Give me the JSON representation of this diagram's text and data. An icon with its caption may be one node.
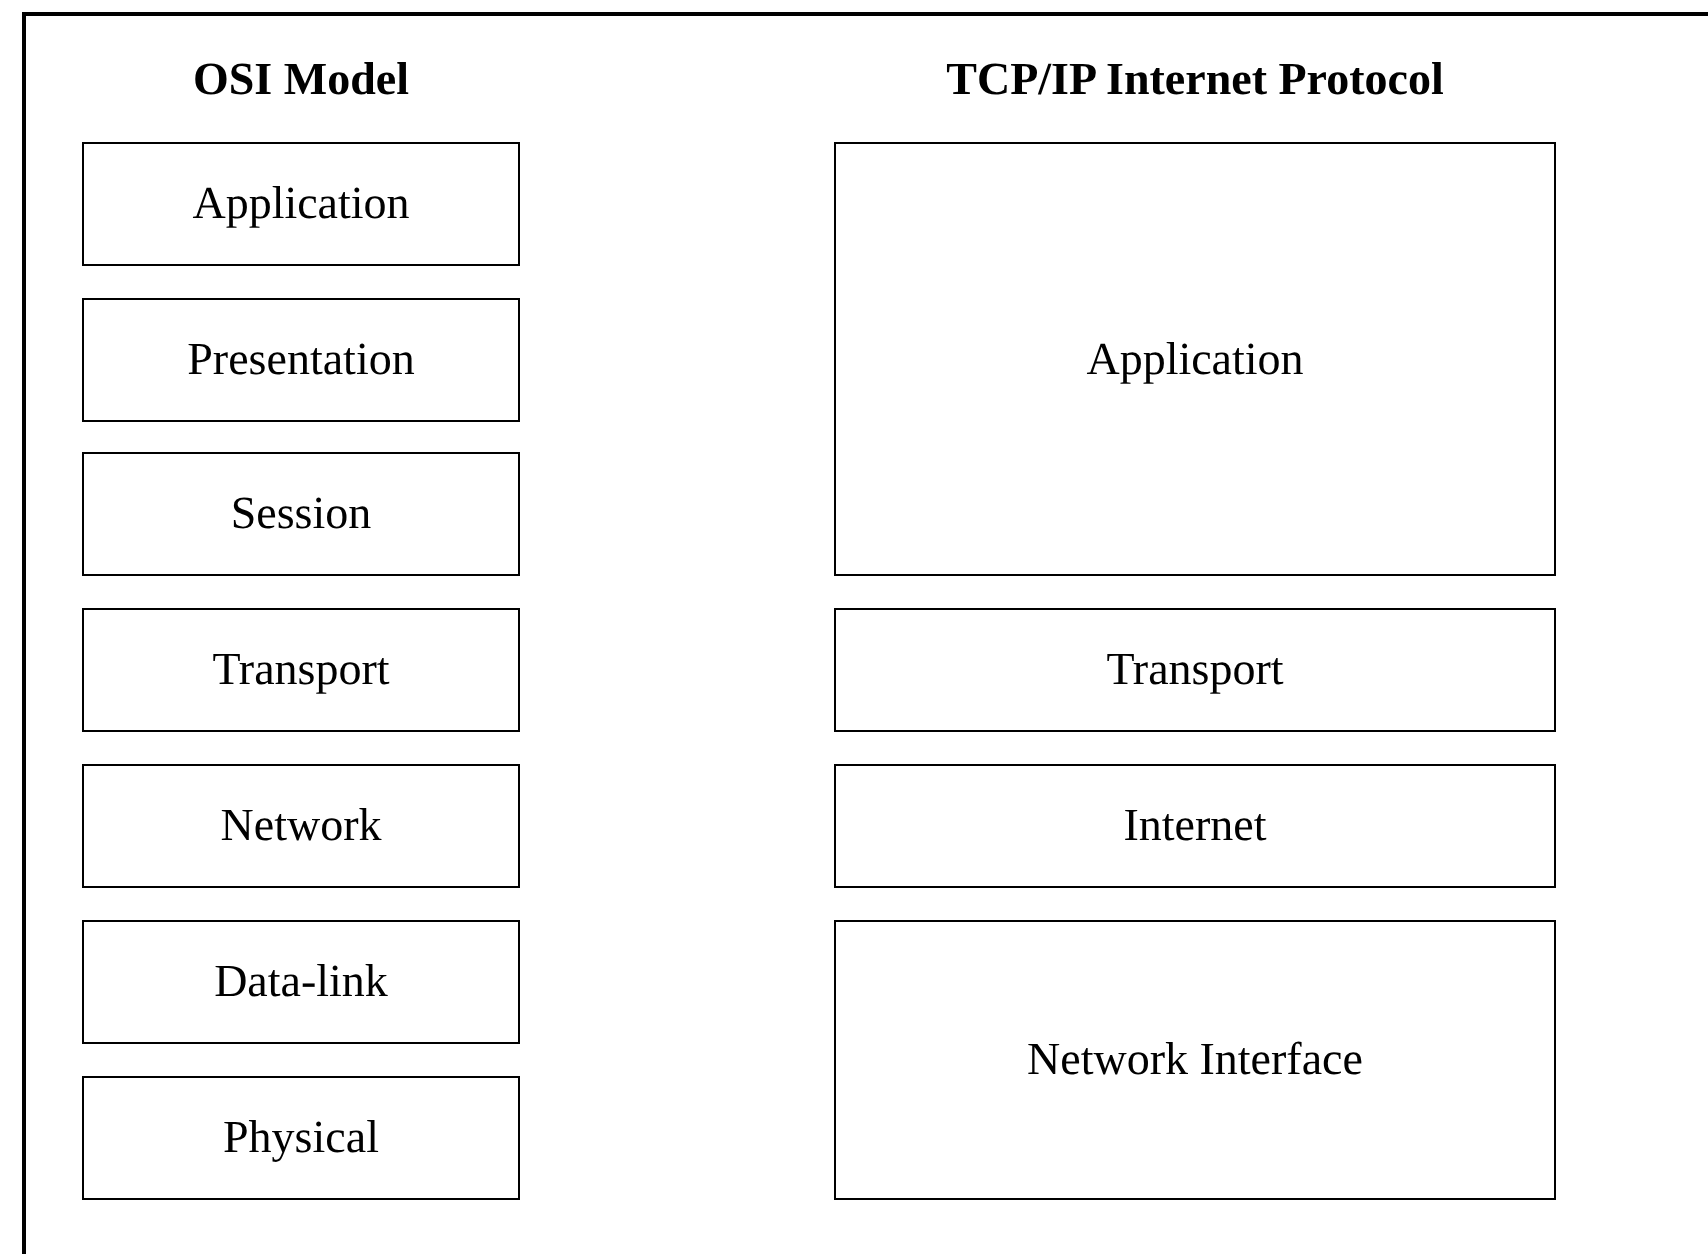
{
  "diagram": {
    "nodes": [
      {
        "text": [
          "Application"
        ]
      },
      {
        "text": [
          "Presentation"
        ]
      },
      {
        "text": [
          "Session"
        ]
      },
      {
        "text": [
          "Transport"
        ]
      },
      {
        "text": [
          "Network"
        ]
      },
      {
        "text": [
          "Data-link"
        ]
      },
      {
        "text": [
          "Physical"
        ]
      },
      {
        "text": [
          "Application"
        ]
      },
      {
        "text": [
          "Transport"
        ]
      },
      {
        "text": [
          "Internet"
        ]
      },
      {
        "text": [
          "Network Interface"
        ]
      }
    ],
    "labels": [
      "OSI Model",
      "TCP/IP Internet Protocol"
    ]
  }
}
